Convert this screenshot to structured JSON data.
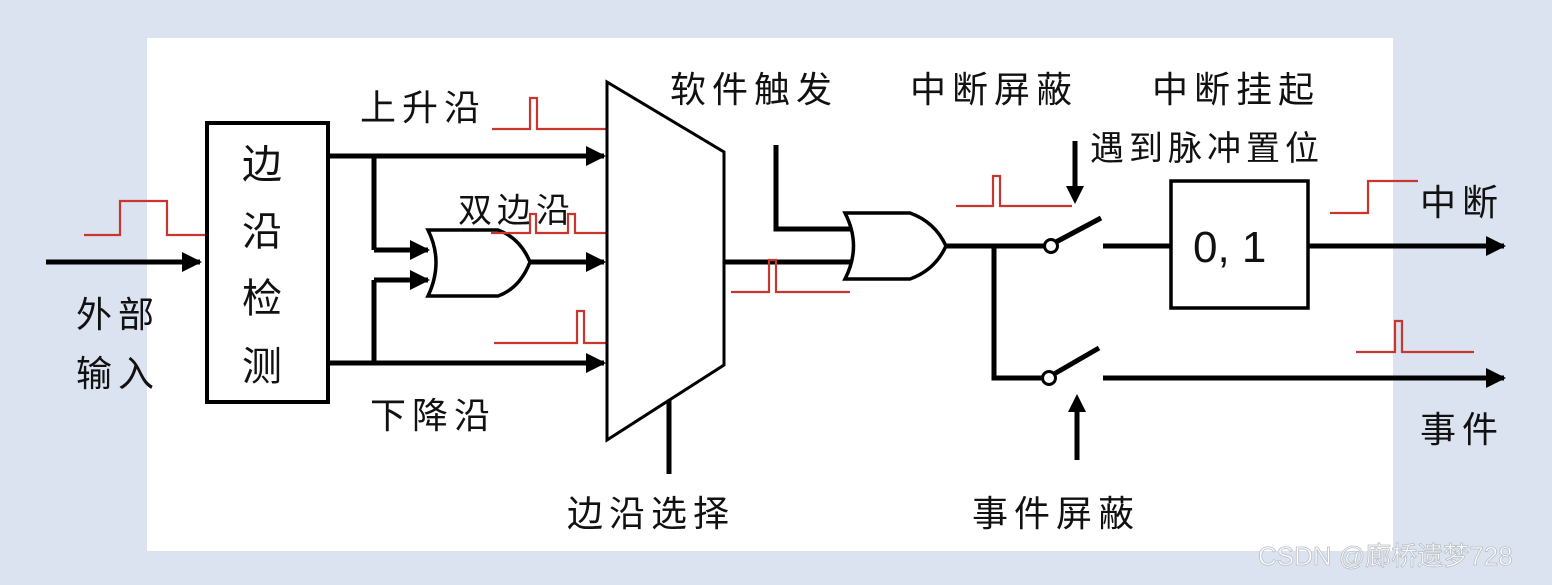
{
  "diagram": {
    "title": "外部中断/事件控制器 (EXTI) 原理框图",
    "colors": {
      "background": "#dbe3f0",
      "panel": "#ffffff",
      "wire": "#000000",
      "pulse": "#c8372d"
    },
    "labels": {
      "external_input_line1": "外部",
      "external_input_line2": "输入",
      "edge_detect_chars": [
        "边",
        "沿",
        "检",
        "测"
      ],
      "rising_edge": "上升沿",
      "both_edges": "双边沿",
      "falling_edge": "下降沿",
      "edge_select": "边沿选择",
      "software_trigger": "软件触发",
      "interrupt_mask": "中断屏蔽",
      "interrupt_pending": "中断挂起",
      "set_on_pulse": "遇到脉冲置位",
      "pending_register": "0, 1",
      "interrupt_output": "中断",
      "event_output": "事件",
      "event_mask": "事件屏蔽"
    },
    "blocks": [
      {
        "id": "edge-detector",
        "label": "边沿检测"
      },
      {
        "id": "or-gate-edges",
        "label": "OR"
      },
      {
        "id": "edge-mux",
        "label": "MUX"
      },
      {
        "id": "or-gate-trigger",
        "label": "OR"
      },
      {
        "id": "interrupt-mask-switch",
        "label": "switch"
      },
      {
        "id": "event-mask-switch",
        "label": "switch"
      },
      {
        "id": "pending-register",
        "label": "0, 1"
      }
    ],
    "watermark": "CSDN @廊桥遗梦728"
  }
}
